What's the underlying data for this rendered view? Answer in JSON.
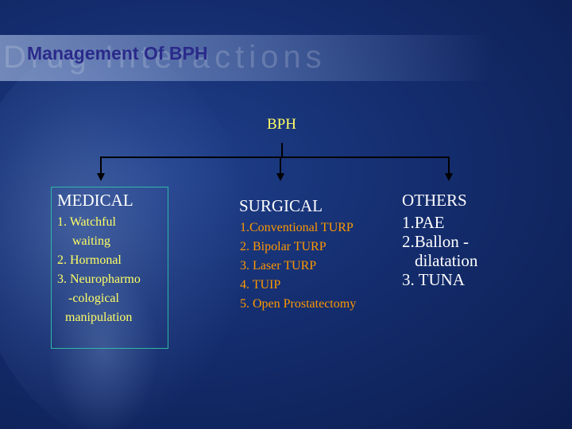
{
  "slide": {
    "title": "Management Of BPH",
    "watermark": "Drug Interactions",
    "root_label": "BPH"
  },
  "columns": {
    "medical": {
      "heading": "MEDICAL",
      "items": [
        "1. Watchful",
        "waiting",
        "2. Hormonal",
        "3. Neuropharmo",
        "-cological",
        "manipulation"
      ]
    },
    "surgical": {
      "heading": "SURGICAL",
      "items": [
        "1.Conventional TURP",
        "2. Bipolar TURP",
        "3. Laser  TURP",
        "4. TUIP",
        "5. Open Prostatectomy"
      ]
    },
    "others": {
      "heading": "OTHERS",
      "items": [
        "1.PAE",
        "2.Ballon -",
        "dilatation",
        "3. TUNA"
      ]
    }
  },
  "colors": {
    "background": "#142d6e",
    "title": "#2a2a8a",
    "root_label": "#ffff66",
    "medical_items": "#ffff66",
    "surgical_items": "#ff9900",
    "others_items": "#ffffff",
    "medical_border": "#2fb8a8"
  }
}
